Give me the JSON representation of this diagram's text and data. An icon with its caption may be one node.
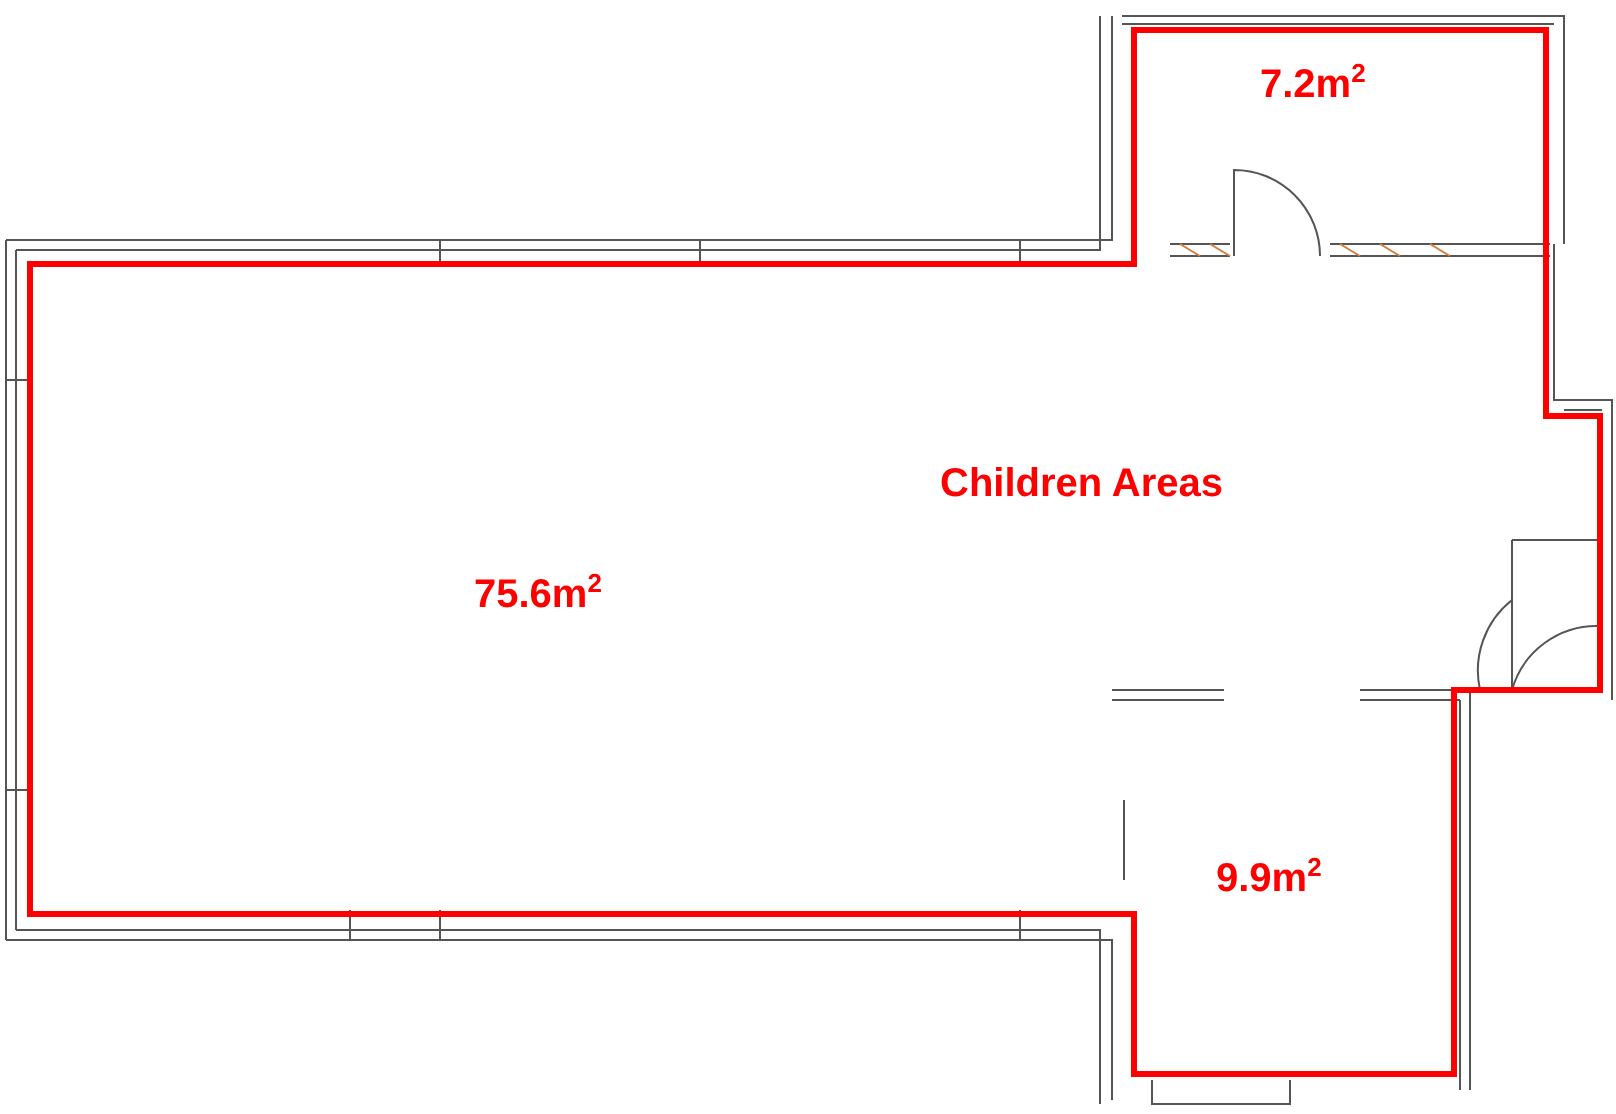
{
  "diagram": {
    "labels": [
      "7.2m$^{2}$",
      "Children Areas",
      "75.6m$^{2}$",
      "9.9m$^{2}$"
    ]
  }
}
